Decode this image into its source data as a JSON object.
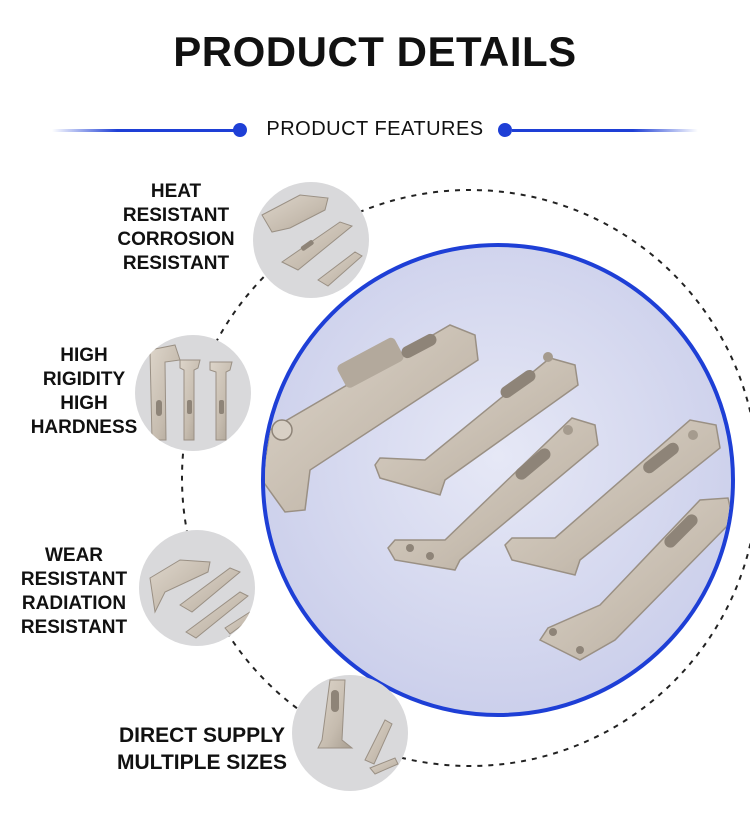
{
  "header": {
    "title": "PRODUCT DETAILS",
    "subtitle": "PRODUCT  FEATURES"
  },
  "features": [
    {
      "lines": [
        "HEAT",
        "RESISTANT",
        "CORROSION",
        "RESISTANT"
      ]
    },
    {
      "lines": [
        "HIGH",
        "RIGIDITY",
        "HIGH",
        "HARDNESS"
      ]
    },
    {
      "lines": [
        "WEAR",
        "RESISTANT",
        "RADIATION",
        "RESISTANT"
      ]
    },
    {
      "lines": [
        "DIRECT SUPPLY",
        "MULTIPLE SIZES"
      ]
    }
  ],
  "colors": {
    "accent": "#1e3fd6",
    "main_circle_bg": "#d3d6ee",
    "thumb_bg": "#d9d9db",
    "metal": "#c9bfb3",
    "metal_dark": "#8e8478"
  }
}
